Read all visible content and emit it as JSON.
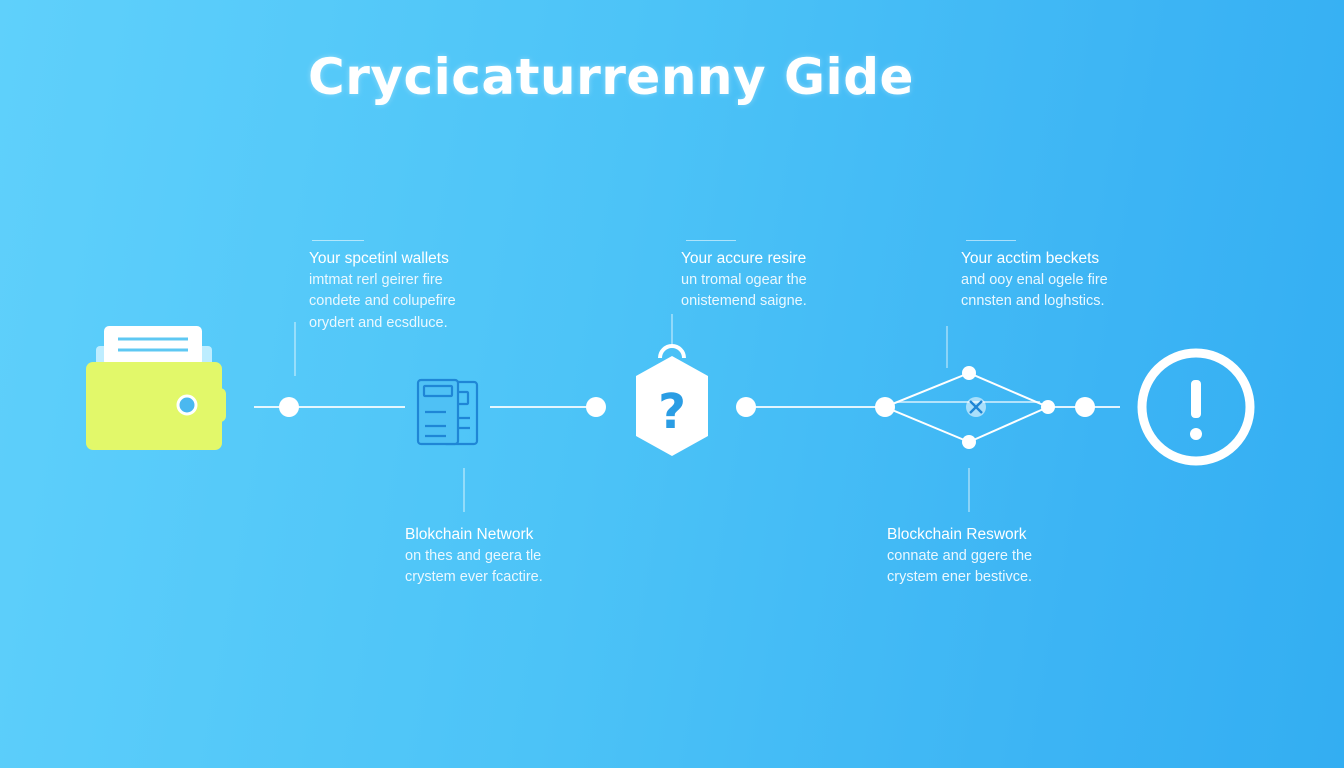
{
  "title": "Crycicaturrenny Gide",
  "colors": {
    "background_start": "#5fd0fb",
    "background_end": "#33aef2",
    "wallet_body": "#e2f86a",
    "accent_blue": "#1f86d6",
    "line": "#ffffff"
  },
  "nodes": [
    {
      "id": "wallet",
      "icon": "wallet-icon"
    },
    {
      "id": "document",
      "icon": "document-stack-icon"
    },
    {
      "id": "security",
      "icon": "hexagon-question-icon"
    },
    {
      "id": "network",
      "icon": "network-diamond-icon"
    },
    {
      "id": "warning",
      "icon": "warning-circle-icon"
    }
  ],
  "captions": [
    {
      "lines": [
        "Your spcetinl wallets",
        "imtmat rerl geirer fire",
        "condete and colupefire",
        "orydert and ecsdluce."
      ]
    },
    {
      "lines": [
        "Your accure resire",
        "un tromal ogear the",
        "onistemend saigne."
      ]
    },
    {
      "lines": [
        "Your acctim beckets",
        "and ooy enal ogele fire",
        "cnnsten and loghstics."
      ]
    },
    {
      "lines": [
        "Blokchain Network",
        "on thes and geera tle",
        "crystem ever fcactire."
      ]
    },
    {
      "lines": [
        "Blockchain Reswork",
        "connate and ggere the",
        "crystem ener bestivce."
      ]
    }
  ]
}
